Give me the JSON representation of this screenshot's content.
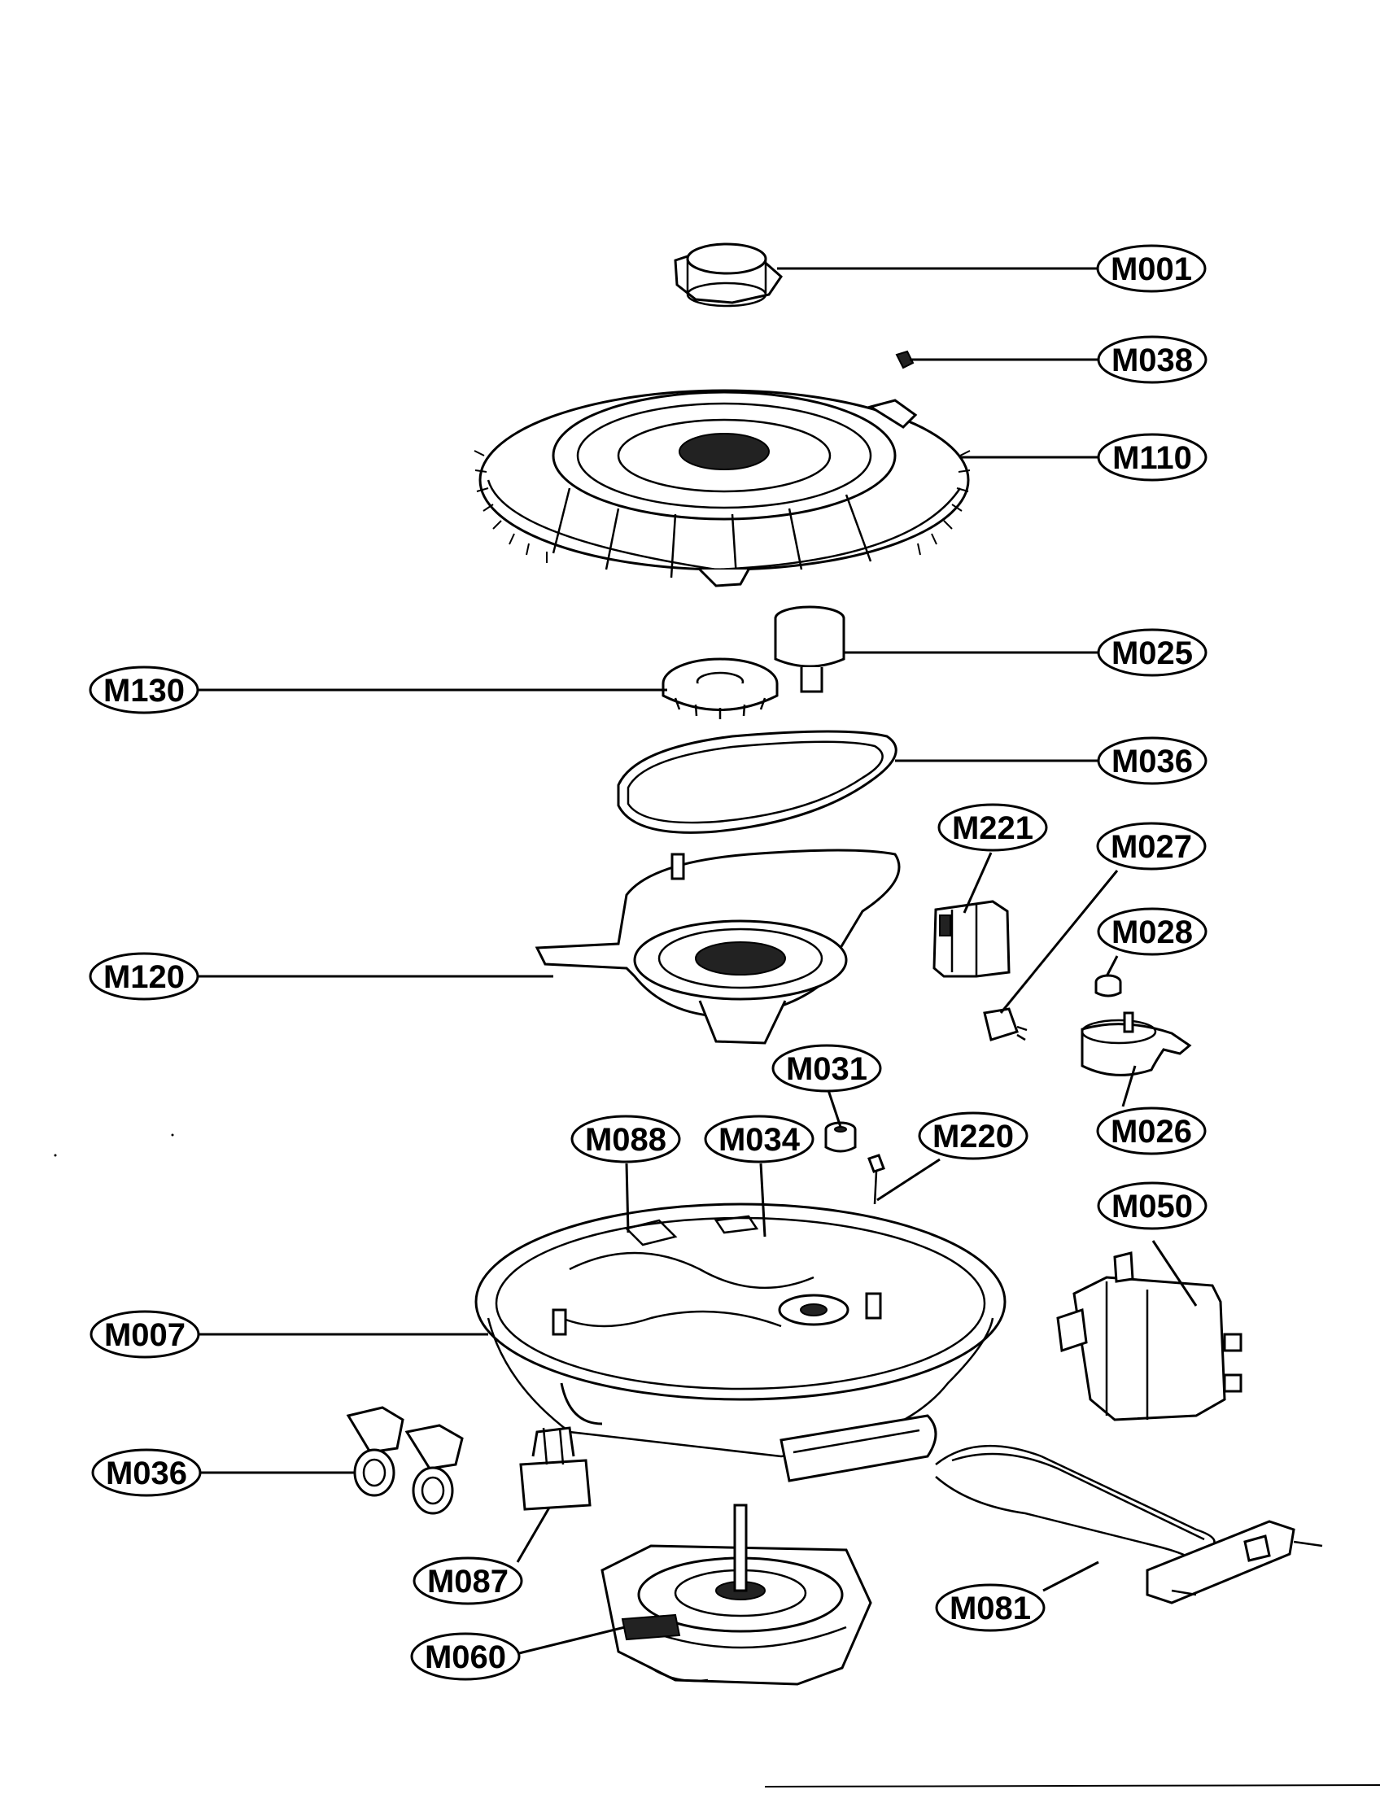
{
  "diagram": {
    "labels": {
      "m001": "M001",
      "m038": "M038",
      "m110": "M110",
      "m025": "M025",
      "m130": "M130",
      "m036a": "M036",
      "m221": "M221",
      "m027": "M027",
      "m028": "M028",
      "m120": "M120",
      "m031": "M031",
      "m026": "M026",
      "m088": "M088",
      "m034": "M034",
      "m220": "M220",
      "m050": "M050",
      "m007": "M007",
      "m036b": "M036",
      "m087": "M087",
      "m081": "M081",
      "m060": "M060"
    }
  }
}
